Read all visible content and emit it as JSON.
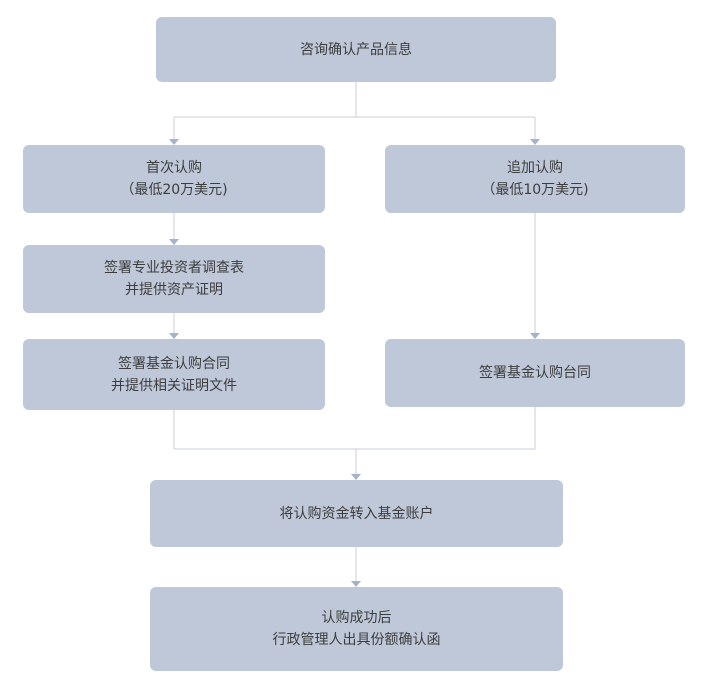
{
  "diagram": {
    "type": "flowchart",
    "colors": {
      "box_fill": "#bec8d8",
      "box_text": "#3d3d3d",
      "line": "#c8d0dc",
      "arrow": "#a6b2c7",
      "background": "#ffffff"
    },
    "nodes": [
      {
        "id": "consult",
        "lines": [
          "咨询确认产品信息"
        ]
      },
      {
        "id": "first-purchase",
        "lines": [
          "首次认购",
          "（最低20万美元)"
        ]
      },
      {
        "id": "additional-purchase",
        "lines": [
          "追加认购",
          "（最低10万美元)"
        ]
      },
      {
        "id": "survey",
        "lines": [
          "签署专业投资者调查表",
          "并提供资产证明"
        ]
      },
      {
        "id": "contract-first",
        "lines": [
          "签署基金认购合同",
          "并提供相关证明文件"
        ]
      },
      {
        "id": "contract-additional",
        "lines": [
          "签署基金认购台同"
        ]
      },
      {
        "id": "transfer",
        "lines": [
          "将认购资金转入基金账户"
        ]
      },
      {
        "id": "confirmation",
        "lines": [
          "认购成功后",
          "行政管理人出具份额确认函"
        ]
      }
    ],
    "edges": [
      {
        "from": "consult",
        "to": "first-purchase"
      },
      {
        "from": "consult",
        "to": "additional-purchase"
      },
      {
        "from": "first-purchase",
        "to": "survey"
      },
      {
        "from": "survey",
        "to": "contract-first"
      },
      {
        "from": "additional-purchase",
        "to": "contract-additional"
      },
      {
        "from": "contract-first",
        "to": "transfer"
      },
      {
        "from": "contract-additional",
        "to": "transfer"
      },
      {
        "from": "transfer",
        "to": "confirmation"
      }
    ]
  }
}
